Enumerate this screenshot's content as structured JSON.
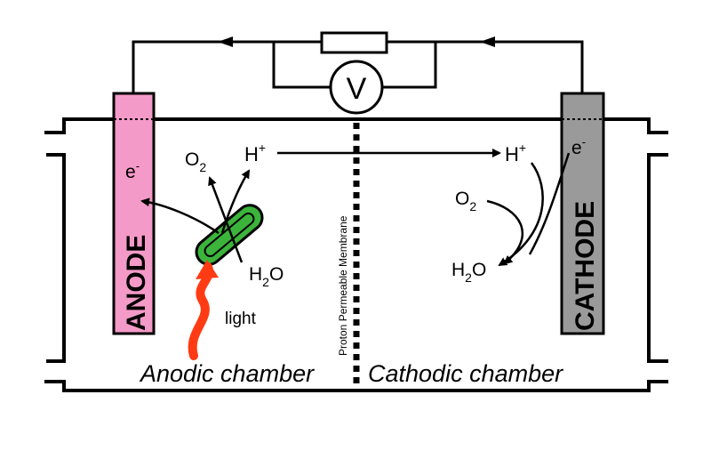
{
  "labels": {
    "anode": "ANODE",
    "cathode": "CATHODE",
    "voltmeter": "V",
    "membrane": "Proton Permeable Membrane",
    "anodic_chamber": "Anodic chamber",
    "cathodic_chamber": "Cathodic chamber",
    "light": "light",
    "electron_anode": {
      "base": "e",
      "sup": "-"
    },
    "electron_cathode": {
      "base": "e",
      "sup": "-"
    },
    "o2_anode": {
      "base": "O",
      "sub": "2"
    },
    "h_plus_anode": {
      "base": "H",
      "sup": "+"
    },
    "h2o_anode": {
      "base": "H",
      "sub": "2",
      "tail": "O"
    },
    "h_plus_cathode": {
      "base": "H",
      "sup": "+"
    },
    "o2_cathode": {
      "base": "O",
      "sub": "2"
    },
    "h2o_cathode": {
      "base": "H",
      "sub": "2",
      "tail": "O"
    }
  },
  "colors": {
    "anode_fill": "#f49ac8",
    "cathode_fill": "#9a9a9a",
    "cell_fill": "#3cb43c",
    "cell_inner": "#1f7a1f",
    "light_arrow": "#ff3b14",
    "line": "#000000"
  }
}
